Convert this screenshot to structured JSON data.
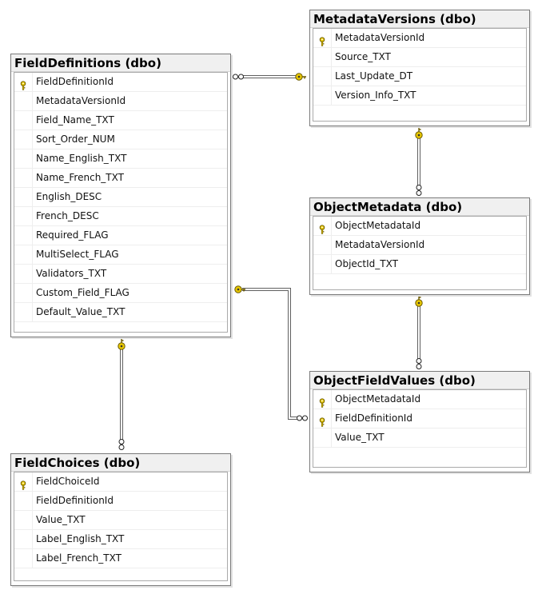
{
  "tables": [
    {
      "id": "MetadataVersions",
      "title": "MetadataVersions (dbo)",
      "columns": [
        {
          "name": "MetadataVersionId",
          "pk": true
        },
        {
          "name": "Source_TXT",
          "pk": false
        },
        {
          "name": "Last_Update_DT",
          "pk": false
        },
        {
          "name": "Version_Info_TXT",
          "pk": false
        }
      ]
    },
    {
      "id": "FieldDefinitions",
      "title": "FieldDefinitions (dbo)",
      "columns": [
        {
          "name": "FieldDefinitionId",
          "pk": true
        },
        {
          "name": "MetadataVersionId",
          "pk": false
        },
        {
          "name": "Field_Name_TXT",
          "pk": false
        },
        {
          "name": "Sort_Order_NUM",
          "pk": false
        },
        {
          "name": "Name_English_TXT",
          "pk": false
        },
        {
          "name": "Name_French_TXT",
          "pk": false
        },
        {
          "name": "English_DESC",
          "pk": false
        },
        {
          "name": "French_DESC",
          "pk": false
        },
        {
          "name": "Required_FLAG",
          "pk": false
        },
        {
          "name": "MultiSelect_FLAG",
          "pk": false
        },
        {
          "name": "Validators_TXT",
          "pk": false
        },
        {
          "name": "Custom_Field_FLAG",
          "pk": false
        },
        {
          "name": "Default_Value_TXT",
          "pk": false
        }
      ]
    },
    {
      "id": "ObjectMetadata",
      "title": "ObjectMetadata (dbo)",
      "columns": [
        {
          "name": "ObjectMetadataId",
          "pk": true
        },
        {
          "name": "MetadataVersionId",
          "pk": false
        },
        {
          "name": "ObjectId_TXT",
          "pk": false
        }
      ]
    },
    {
      "id": "ObjectFieldValues",
      "title": "ObjectFieldValues (dbo)",
      "columns": [
        {
          "name": "ObjectMetadataId",
          "pk": true
        },
        {
          "name": "FieldDefinitionId",
          "pk": true
        },
        {
          "name": "Value_TXT",
          "pk": false
        }
      ]
    },
    {
      "id": "FieldChoices",
      "title": "FieldChoices (dbo)",
      "columns": [
        {
          "name": "FieldChoiceId",
          "pk": true
        },
        {
          "name": "FieldDefinitionId",
          "pk": false
        },
        {
          "name": "Value_TXT",
          "pk": false
        },
        {
          "name": "Label_English_TXT",
          "pk": false
        },
        {
          "name": "Label_French_TXT",
          "pk": false
        }
      ]
    }
  ],
  "relationships": [
    {
      "from": "FieldDefinitions",
      "to": "MetadataVersions"
    },
    {
      "from": "ObjectMetadata",
      "to": "MetadataVersions"
    },
    {
      "from": "ObjectFieldValues",
      "to": "ObjectMetadata"
    },
    {
      "from": "ObjectFieldValues",
      "to": "FieldDefinitions"
    },
    {
      "from": "FieldChoices",
      "to": "FieldDefinitions"
    }
  ],
  "colors": {
    "key_fill": "#e8c800",
    "key_stroke": "#6b5a00",
    "line": "#606060",
    "border": "#7a7a7a",
    "title_bg": "#f0f0f0"
  },
  "icons": {
    "primary_key": "key-icon",
    "one_end": "key-icon",
    "many_end": "infinity-icon"
  }
}
